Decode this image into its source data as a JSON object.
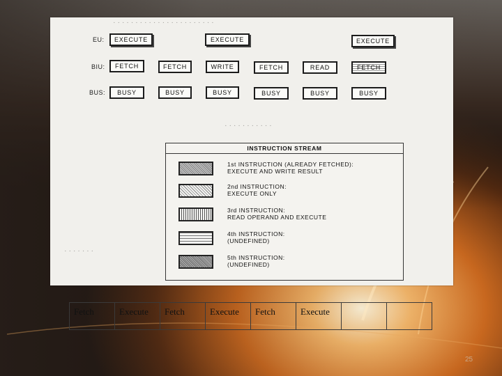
{
  "diagram": {
    "rows": {
      "eu": {
        "label": "EU:",
        "boxes": [
          "EXECUTE",
          "EXECUTE",
          "EXECUTE"
        ]
      },
      "biu": {
        "label": "BIU:",
        "boxes": [
          "FETCH",
          "FETCH",
          "WRITE",
          "FETCH",
          "READ",
          "FETCH"
        ]
      },
      "bus": {
        "label": "BUS:",
        "boxes": [
          "BUSY",
          "BUSY",
          "BUSY",
          "BUSY",
          "BUSY",
          "BUSY"
        ]
      }
    },
    "legend": {
      "title": "INSTRUCTION STREAM",
      "items": [
        {
          "text": "1st INSTRUCTION (ALREADY FETCHED):\nEXECUTE AND WRITE RESULT",
          "pattern": "dense-hatch"
        },
        {
          "text": "2nd INSTRUCTION:\nEXECUTE ONLY",
          "pattern": "diagonal-hatch"
        },
        {
          "text": "3rd INSTRUCTION:\nREAD OPERAND AND EXECUTE",
          "pattern": "vertical-lines"
        },
        {
          "text": "4th INSTRUCTION:\n(UNDEFINED)",
          "pattern": "horizontal-lines"
        },
        {
          "text": "5th INSTRUCTION:\n(UNDEFINED)",
          "pattern": "dark-crosshatch"
        }
      ]
    }
  },
  "bus_table": {
    "cells": [
      "Fetch",
      "Execute",
      "Fetch",
      "Execute",
      "Fetch",
      "Execute",
      "",
      ""
    ]
  },
  "page_number": "25",
  "colors": {
    "background_orange": "#c8651e",
    "scan_paper": "#f1f0ec",
    "box_border": "#1b1b1b"
  }
}
